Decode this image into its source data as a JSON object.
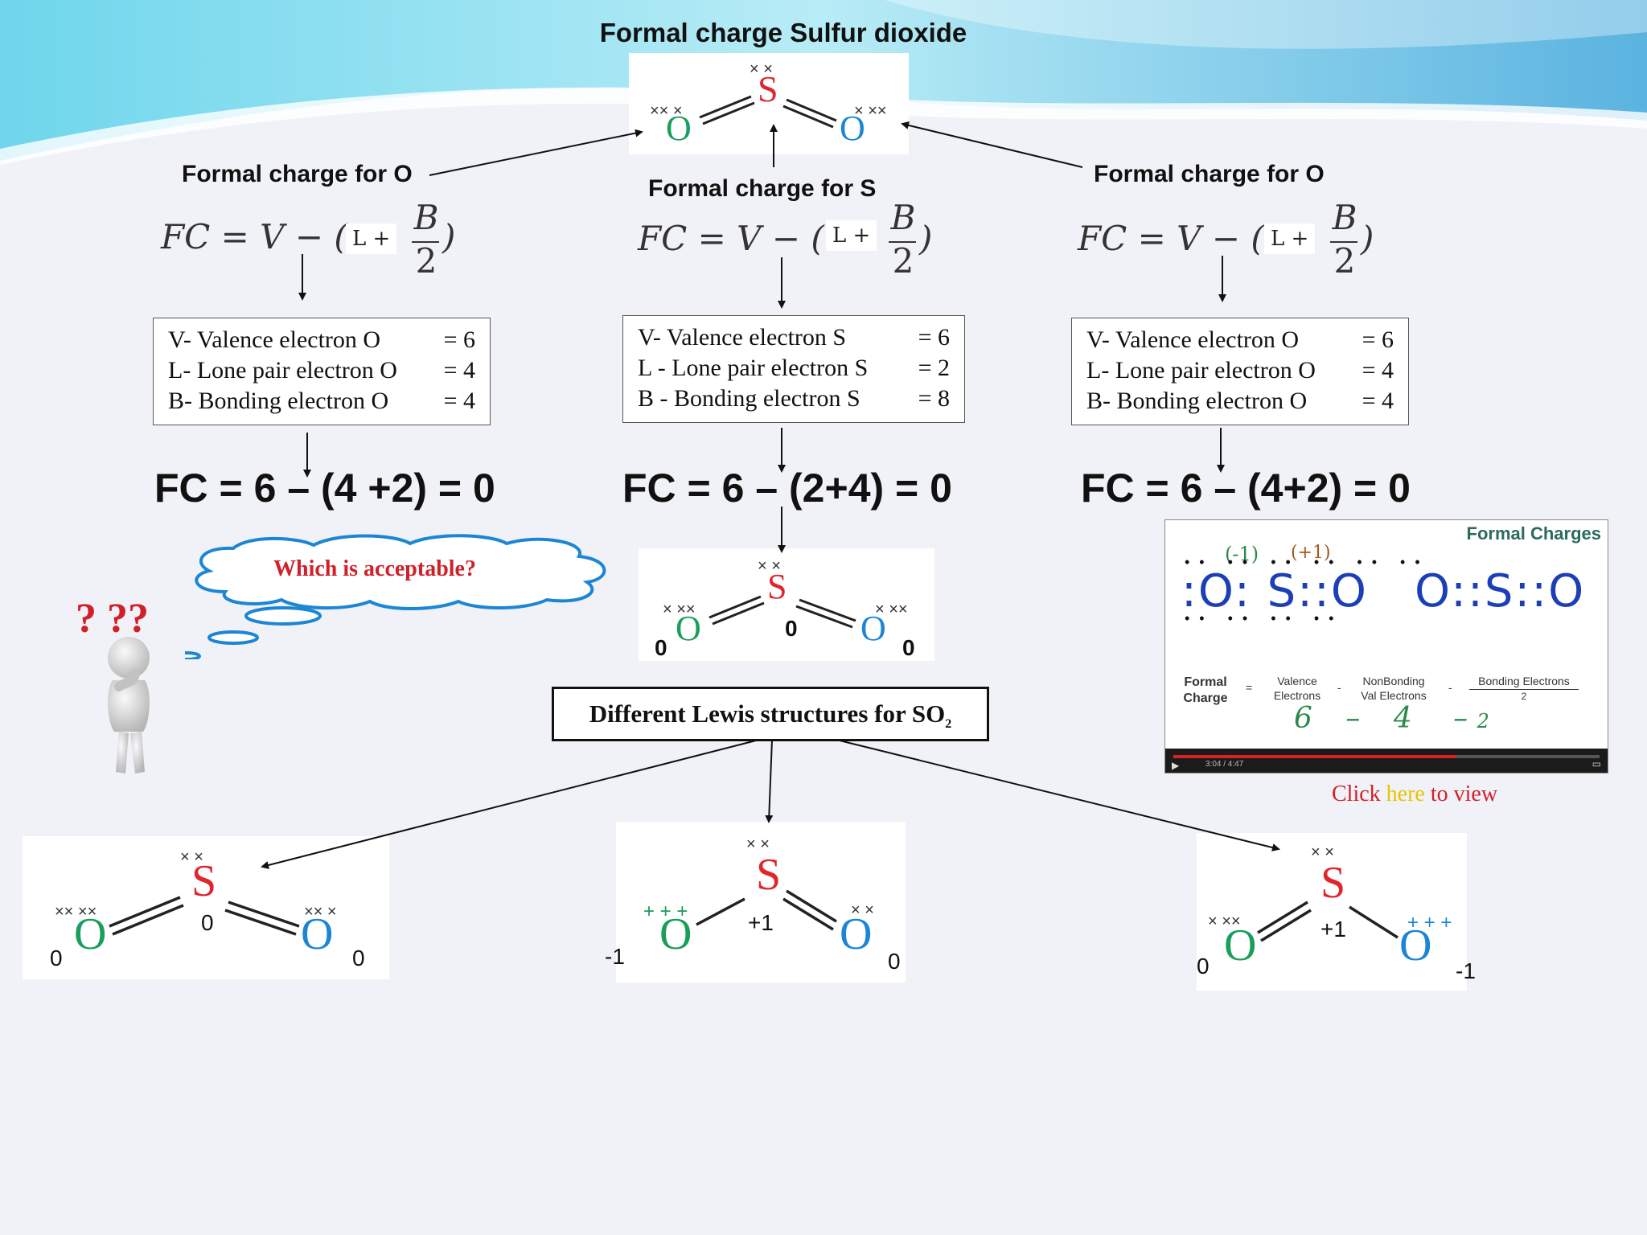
{
  "title": "Formal charge Sulfur dioxide",
  "colors": {
    "sulfur": "#e0252d",
    "oxygen_left": "#1a9e5c",
    "oxygen_right": "#1c86d4",
    "accent_red": "#d0202a",
    "here_yellow": "#e8c400"
  },
  "top_molecule": {
    "sulfur": "S",
    "oxygen": "O"
  },
  "columns": [
    {
      "label": "Formal charge for O",
      "formula": {
        "lhs": "FC = V − (",
        "l_plus": "L +",
        "b": "B",
        "two": "2",
        "close": ")"
      },
      "rows": [
        {
          "label": "V- Valence electron O",
          "value": "= 6"
        },
        {
          "label": "L- Lone pair electron O",
          "value": "= 4"
        },
        {
          "label": "B- Bonding electron O",
          "value": "= 4"
        }
      ],
      "result": "FC = 6 – (4 +2) = 0"
    },
    {
      "label": "Formal charge for S",
      "formula": {
        "lhs": "FC = V − (",
        "l_plus": "L +",
        "b": "B",
        "two": "2",
        "close": ")"
      },
      "rows": [
        {
          "label": "V- Valence electron  S",
          "value": "= 6"
        },
        {
          "label": "L - Lone pair electron S",
          "value": "= 2"
        },
        {
          "label": "B - Bonding electron S",
          "value": "= 8"
        }
      ],
      "result": "FC = 6 – (2+4) = 0"
    },
    {
      "label": "Formal charge for O",
      "formula": {
        "lhs": "FC = V − (",
        "l_plus": "L +",
        "b": "B",
        "two": "2",
        "close": ")"
      },
      "rows": [
        {
          "label": "V- Valence electron O",
          "value": "= 6"
        },
        {
          "label": "L- Lone pair electron O",
          "value": "= 4"
        },
        {
          "label": "B- Bonding electron O",
          "value": "= 4"
        }
      ],
      "result": "FC = 6 – (4+2) = 0"
    }
  ],
  "thought_bubble": "Which is acceptable?",
  "question_marks": "? ??",
  "middle_molecule": {
    "sulfur": "S",
    "oxygen": "O",
    "charge_left": "0",
    "charge_s": "0",
    "charge_right": "0"
  },
  "lewis_title": {
    "text": "Different Lewis structures for SO",
    "sub": "2"
  },
  "structures": [
    {
      "charge_left": "0",
      "charge_s": "0",
      "charge_right": "0",
      "sulfur": "S",
      "oxygen": "O"
    },
    {
      "charge_left": "-1",
      "charge_s": "+1",
      "charge_right": "0",
      "sulfur": "S",
      "oxygen": "O"
    },
    {
      "charge_left": "0",
      "charge_s": "+1",
      "charge_right": "-1",
      "sulfur": "S",
      "oxygen": "O"
    }
  ],
  "video": {
    "heading": "Formal Charges",
    "charges_hand": [
      "(-1)",
      "(+1)"
    ],
    "formula_formal": "Formal Charge",
    "formula_valence": "Valence Electrons",
    "formula_nonbonding": "NonBonding Val Electrons",
    "formula_bonding": "Bonding Electrons",
    "formula_two": "2",
    "hand_values": [
      "6",
      "4",
      "2"
    ],
    "time": "3:04 / 4:47"
  },
  "click_view": {
    "before": "Click ",
    "here": "here",
    "after": " to view"
  }
}
